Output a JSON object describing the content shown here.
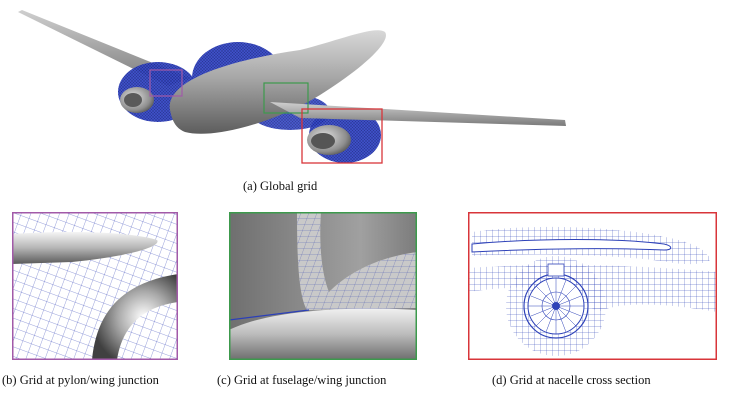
{
  "figure": {
    "captions": {
      "a": "(a) Global grid",
      "b": "(b) Grid at pylon/wing junction",
      "c": "(c) Grid at fuselage/wing junction",
      "d": "(d) Grid at nacelle cross section"
    },
    "colors": {
      "mesh": "#2b3fb8",
      "frame_b": "#a25aa8",
      "frame_c": "#3c9a4c",
      "frame_d": "#d8353a",
      "surface": "#9a9a9a"
    }
  }
}
